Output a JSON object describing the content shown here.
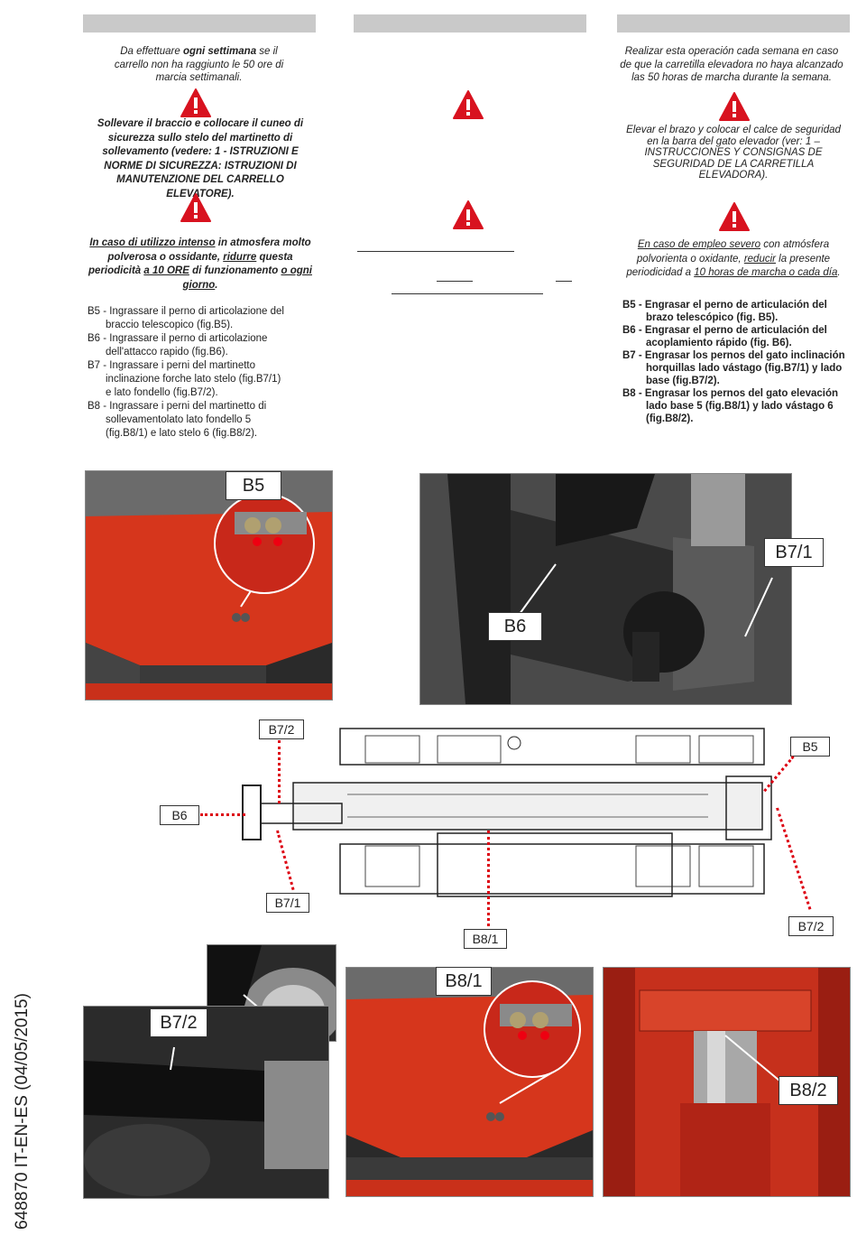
{
  "it": {
    "intro_pre": "Da effettuare ",
    "intro_bold": "ogni settimana",
    "intro_post": " se il carrello non ha raggiunto le 50 ore di marcia settimanali.",
    "lift_text": "Sollevare il braccio e collocare il cuneo di sicurezza sullo stelo del martinetto di sollevamento (vedere: 1 - ISTRUZIONI E NORME DI SICUREZZA: ISTRUZIONI DI MANUTENZIONE DEL CARRELLO ELEVATORE).",
    "intense_u": "In caso di utilizzo intenso",
    "intense_1": " in atmosfera molto polverosa o ossidante, ",
    "intense_u2": "ridurre",
    "intense_2": " questa periodicità ",
    "intense_u3": "a 10 ORE",
    "intense_3": " di funzionamento ",
    "intense_u4": "o ogni giorno",
    "intense_4": ".",
    "items": [
      "B5 - Ingrassare il perno di articolazione del braccio telescopico (fig.B5).",
      "B6 - Ingrassare il perno di articolazione dell'attacco rapido (fig.B6).",
      "B7 - Ingrassare i perni del martinetto inclinazione forche lato stelo (fig.B7/1) e lato fondello (fig.B7/2).",
      "B8 - Ingrassare i perni del martinetto di sollevamentolato lato fondello 5 (fig.B8/1) e lato stelo 6 (fig.B8/2)."
    ]
  },
  "es": {
    "intro": "Realizar esta operación cada semana en caso de que la carretilla elevadora no haya alcanzado las 50 horas de marcha durante la semana.",
    "lift_text": "Elevar el brazo y colocar el calce de seguridad en la barra del gato elevador (ver: 1 – INSTRUCCIONES Y CONSIGNAS DE SEGURIDAD DE LA CARRETILLA ELEVADORA).",
    "severe_u": "En caso de empleo severo",
    "severe_1": " con atmósfera polvorienta o oxidante, ",
    "severe_u2": "reducir",
    "severe_2": " la presente periodicidad a ",
    "severe_u3": "10 horas de marcha o cada día",
    "severe_3": ".",
    "items": [
      "B5 - Engrasar el perno de articulación del brazo telescópico (fig. B5).",
      "B6 - Engrasar el perno de articulación del acoplamiento rápido (fig. B6).",
      "B7 - Engrasar los pernos del gato inclinación horquillas lado vástago (fig.B7/1) y lado base (fig.B7/2).",
      "B8 - Engrasar los pernos del gato elevación lado base 5 (fig.B8/1) y lado vástago 6 (fig.B8/2)."
    ]
  },
  "labels": {
    "b5": "B5",
    "b6": "B6",
    "b71": "B7/1",
    "b72": "B7/2",
    "b81": "B8/1",
    "b82": "B8/2"
  },
  "side_code": "648870 IT-EN-ES (04/05/2015)",
  "colors": {
    "header": "#c9c9c9",
    "warning": "#d8121f",
    "machine_red": "#d6361c",
    "dotted": "#dd0011"
  }
}
